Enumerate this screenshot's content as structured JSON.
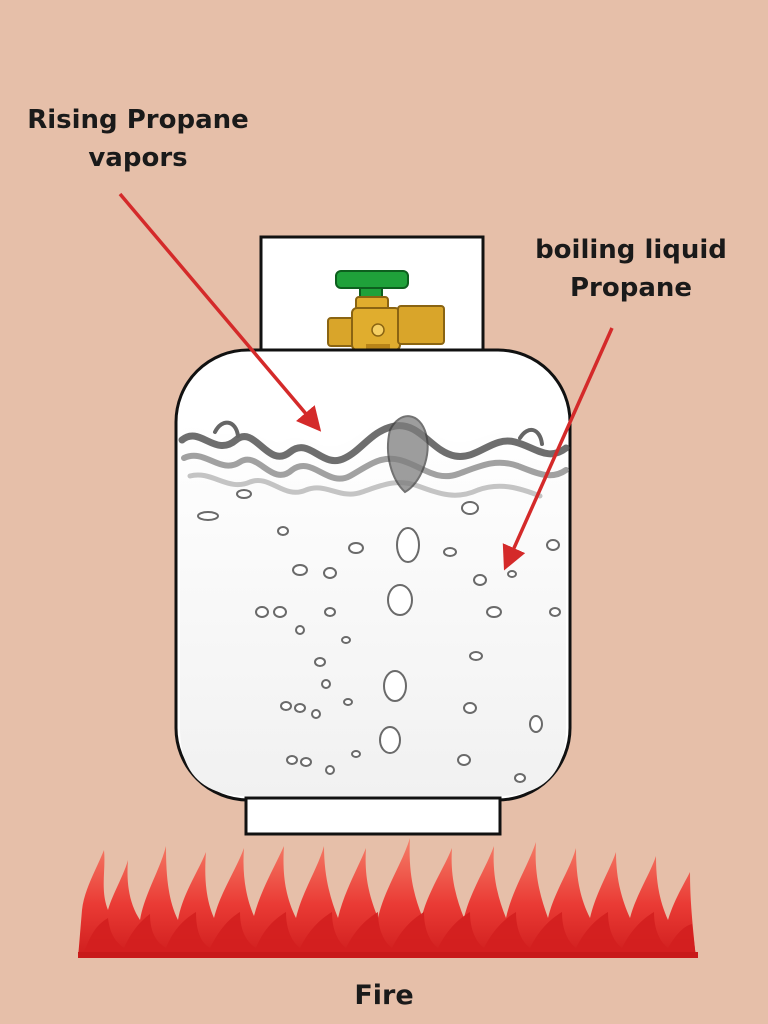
{
  "labels": {
    "rising_line1": "Rising Propane",
    "rising_line2": "vapors",
    "boiling_line1": "boiling liquid",
    "boiling_line2": "Propane",
    "fire": "Fire"
  },
  "icons": {
    "valve": "valve-icon",
    "flames": "fire-icon"
  },
  "colors": {
    "background": "#e6bfa9",
    "arrow": "#d42a2a",
    "tank_fill": "#ffffff",
    "tank_outline": "#111111",
    "valve_handle": "#1fa13a",
    "valve_body": "#d9a52a",
    "flame_dark": "#d52020",
    "flame_light": "#f25a4a"
  }
}
